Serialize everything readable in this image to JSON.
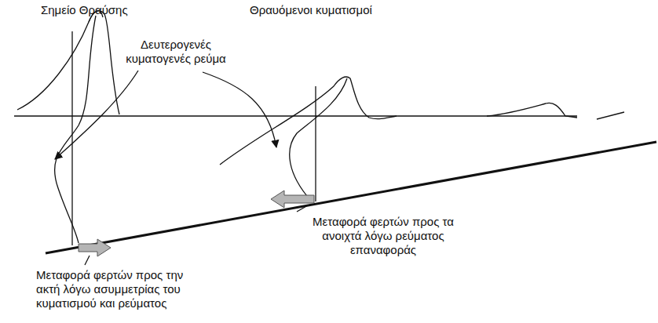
{
  "diagram": {
    "labels": [
      "Σημείο Θραύσης",
      "Θραυόμενοι κυματισμοί",
      "Δευτερογενές κυματογενές ρεύμα",
      "Μεταφορά φερτών προς τα ανοιχτά λόγω ρεύματος επαναφοράς",
      "Μεταφορά φερτών προς την ακτή λόγω ασυμμετρίας του κυματισμού και ρεύματος"
    ]
  }
}
